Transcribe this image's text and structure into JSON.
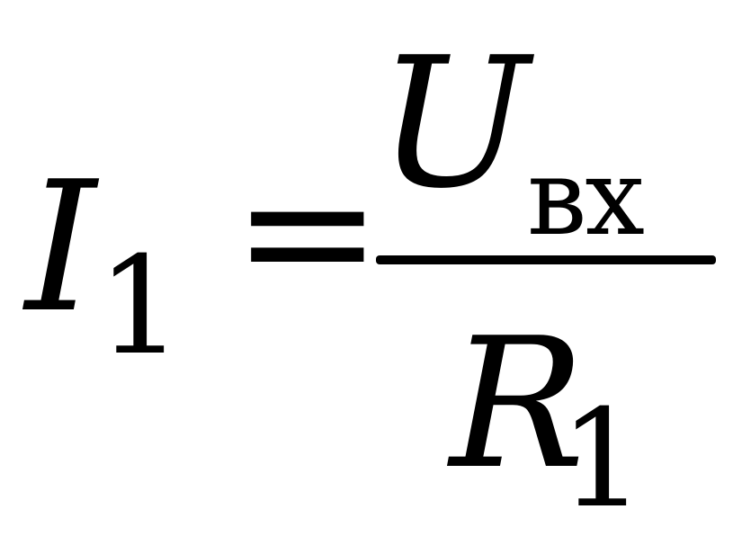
{
  "formula": {
    "lhs": {
      "variable": "I",
      "subscript": "1"
    },
    "operator": "=",
    "numerator": {
      "variable": "U",
      "subscript": "вх"
    },
    "denominator": {
      "variable": "R",
      "subscript": "1"
    }
  },
  "colors": {
    "text": "#000000",
    "background": "#ffffff"
  }
}
